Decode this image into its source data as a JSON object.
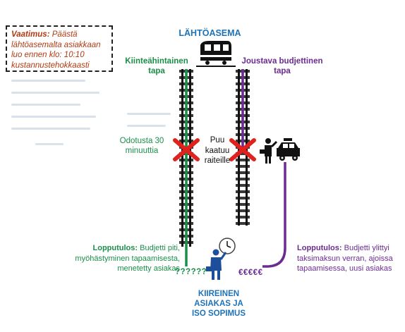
{
  "requirement": {
    "lead": "Vaatimus:",
    "text": "Päästä lähtöasemalta asiakkaan luo ennen klo: 10:10 kustannustehokkaasti"
  },
  "station": {
    "title": "LÄHTÖASEMA",
    "icon": "train-icon"
  },
  "routes": {
    "fixed": {
      "label": "Kiinteähintainen tapa",
      "wait": "Odotusta 30 minuuttia",
      "unknown": "??????",
      "outcome_lead": "Lopputulos:",
      "outcome_text": "Budjetti piti, myöhästyminen tapaamisesta, menetetty asiakas",
      "color": "#1a8f4a"
    },
    "flexible": {
      "label": "Joustava budjettinen tapa",
      "cost": "€€€€€",
      "outcome_lead": "Lopputulos:",
      "outcome_text": "Budjetti ylittyi taksimaksun verran, ajoissa tapaamisessa, uusi asiakas",
      "color": "#6a2c91",
      "icon": "taxi-icon"
    }
  },
  "obstacle": {
    "label": "Puu kaatuu raiteille",
    "icon": "blocked-x-icon"
  },
  "customer": {
    "label": "KIIREINEN ASIAKAS JA ISO SOPIMUS",
    "icon": "businessman-clock-icon"
  },
  "colors": {
    "accent_blue": "#1d72b8",
    "block_red": "#e2201c",
    "req_text": "#b23a12"
  }
}
